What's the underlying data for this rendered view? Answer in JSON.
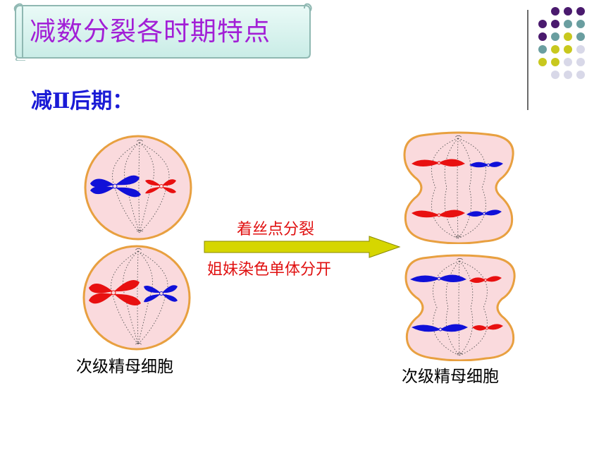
{
  "slide": {
    "title": "减数分裂各时期特点",
    "subtitle": "减Ⅱ后期：",
    "arrow_label_top": "着丝点分裂",
    "arrow_label_bottom": "姐妹染色单体分开",
    "left_caption": "次级精母细胞",
    "right_caption": "次级精母细胞"
  },
  "colors": {
    "title_text": "#a21fd6",
    "subtitle_text": "#1a1ad6",
    "cell_fill": "#fadadd",
    "cell_border": "#e8a040",
    "chromosome_red": "#e81010",
    "chromosome_blue": "#1010d8",
    "arrow_fill": "#d6d600",
    "label_red": "#e01010",
    "dot_purple": "#4a1a6e",
    "dot_teal": "#6a9ea0",
    "dot_olive": "#c8c81e",
    "dot_lavender": "#d8d8e8"
  }
}
